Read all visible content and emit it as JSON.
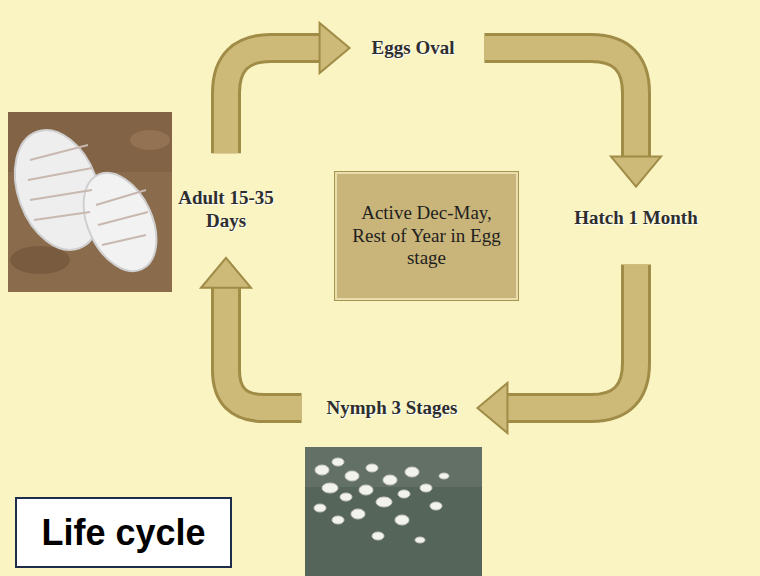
{
  "diagram": {
    "nodes": [
      {
        "text": [
          "Eggs Oval"
        ]
      },
      {
        "text": [
          "Hatch 1 Month"
        ]
      },
      {
        "text": [
          "Nymph 3 Stages"
        ]
      },
      {
        "text": [
          "Adult 15-35 Days"
        ]
      },
      {
        "text": [
          "Active Dec-May, Rest of Year in Egg stage"
        ]
      },
      {
        "text": [
          "Life cycle"
        ]
      }
    ],
    "edges": [
      {
        "from": 3,
        "to": 0,
        "arrow": "to"
      },
      {
        "from": 0,
        "to": 1,
        "arrow": "to"
      },
      {
        "from": 1,
        "to": 2,
        "arrow": "to"
      },
      {
        "from": 2,
        "to": 3,
        "arrow": "to"
      }
    ]
  }
}
